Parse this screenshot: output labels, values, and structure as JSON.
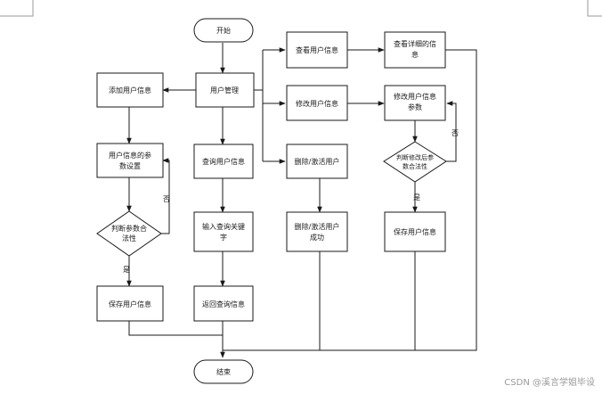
{
  "diagram": {
    "start": "开始",
    "end": "结束",
    "add_user_info": "添加用户信息",
    "user_info_params": [
      "用户信息的参",
      "数设置"
    ],
    "judge_params": [
      "判断参数合",
      "法性"
    ],
    "save_user_info_left": "保存用户信息",
    "user_management": "用户管理",
    "query_user_info": "查询用户信息",
    "input_query_keyword": [
      "输入查询关键",
      "字"
    ],
    "return_query_info": "返回查询信息",
    "view_user_info": "查看用户信息",
    "view_detail_info": [
      "查看详细的信",
      "息"
    ],
    "modify_user_info": "修改用户信息",
    "modify_user_params": [
      "修改用户信息",
      "参数"
    ],
    "judge_modified_params": [
      "判断修改后参",
      "数合法性"
    ],
    "save_user_info_right": "保存用户信息",
    "delete_activate_user": "删除/激活用户",
    "delete_activate_success": [
      "删除/激活用户",
      "成功"
    ],
    "yes": "是",
    "no": "否"
  },
  "watermark": "CSDN @溪言学姐毕设"
}
